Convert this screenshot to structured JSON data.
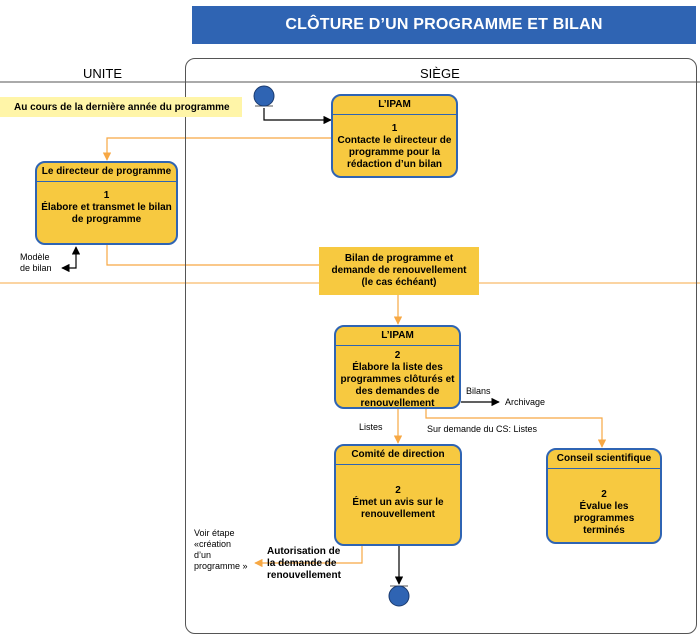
{
  "title": "CLÔTURE D’UN PROGRAMME ET BILAN",
  "columns": {
    "left": "UNITE",
    "right": "SIÈGE"
  },
  "start_note": "Au cours de la dernière année du programme",
  "steps": [
    {
      "actor": "L’IPAM",
      "number": "1",
      "lines": [
        "Contacte le directeur de",
        "programme pour la",
        "rédaction d’un bilan"
      ]
    },
    {
      "actor": "Le directeur de programme",
      "number": "1",
      "lines": [
        "Élabore et transmet le bilan",
        "de programme"
      ]
    },
    {
      "actor": "L’IPAM",
      "number": "2",
      "lines": [
        "Élabore la liste des",
        "programmes clôturés et",
        "des demandes de",
        "renouvellement"
      ]
    },
    {
      "actor": "Comité de direction",
      "number": "2",
      "lines": [
        "Émet un avis sur le",
        "renouvellement"
      ]
    },
    {
      "actor": "Conseil scientifique",
      "number": "2",
      "lines": [
        "Évalue les",
        "programmes terminés"
      ]
    }
  ],
  "data_box": {
    "lines": [
      "Bilan de programme et",
      "demande de renouvellement",
      "(le cas échéant)"
    ]
  },
  "labels": {
    "modele": [
      "Modèle",
      "de bilan"
    ],
    "bilans": "Bilans",
    "archivage": "Archivage",
    "listes": "Listes",
    "sur_demande": "Sur demande du CS: Listes",
    "voir_etape": [
      "Voir étape",
      "«création",
      "d’un",
      "programme »"
    ],
    "autorisation": [
      "Autorisation de",
      "la demande de",
      "renouvellement"
    ]
  },
  "colors": {
    "title_bg": "#2f64b3",
    "box_fill": "#f7c940",
    "box_border": "#2f64b3",
    "arrow_orange": "#f7a844",
    "note_fill": "#fff5a8",
    "node_fill": "#2f64b3"
  }
}
